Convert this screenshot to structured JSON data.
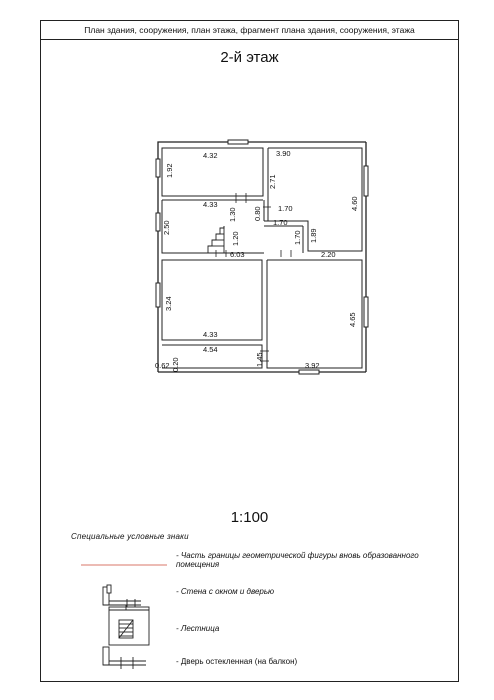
{
  "header": {
    "title": "План здания, сооружения, план этажа, фрагмент плана здания, сооружения, этажа"
  },
  "floor_title": "2-й этаж",
  "scale": "1:100",
  "dimensions": {
    "d432": "4.32",
    "d390": "3.90",
    "d192": "1.92",
    "d271": "2.71",
    "d170a": "1.70",
    "d460": "4.60",
    "d433a": "4.33",
    "d130": "1.30",
    "d080": "0.80",
    "d170b": "1.70",
    "d250": "2.50",
    "d120": "1.20",
    "d170c": "1.70",
    "d189": "1.89",
    "d603": "6.03",
    "d220": "2.20",
    "d324": "3.24",
    "d465": "4.65",
    "d433b": "4.33",
    "d454": "4.54",
    "d145": "1.45",
    "d062": "0.62",
    "d020": "0.20",
    "d392": "3.92"
  },
  "legend": {
    "title": "Специальные условные знаки",
    "items": [
      {
        "line1": "- Часть границы геометрической фигуры вновь образованного",
        "line2": "помещения"
      },
      {
        "line1": "- Стена с окном и дверью"
      },
      {
        "line1": "- Лестница"
      },
      {
        "line1": "- Дверь остекленная (на балкон)"
      }
    ],
    "boundary_color": "#d9776a"
  }
}
